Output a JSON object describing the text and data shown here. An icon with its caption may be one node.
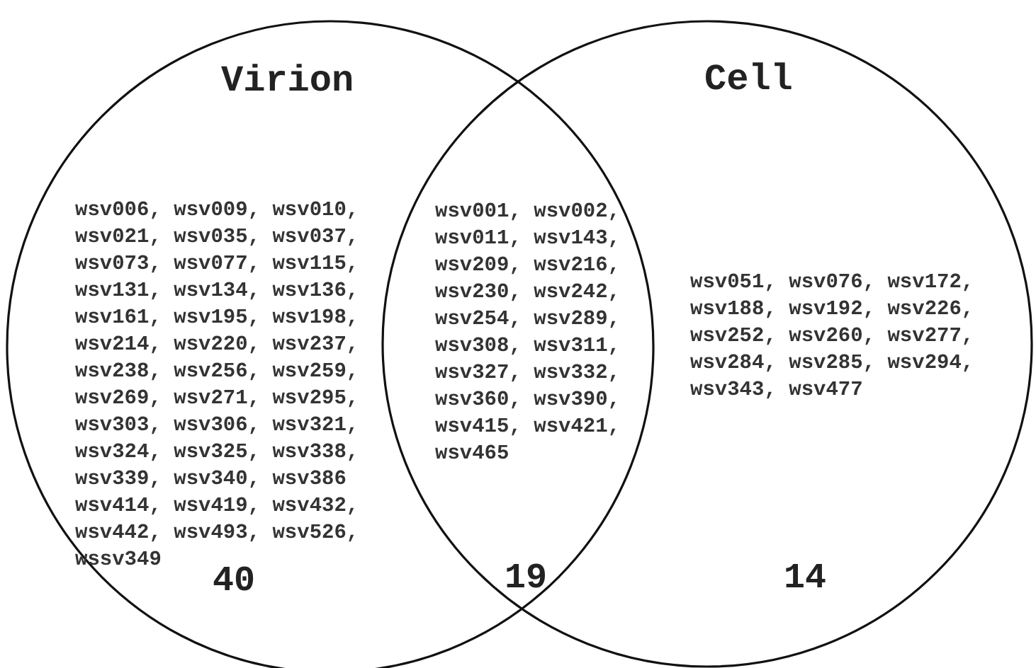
{
  "diagram": {
    "nodes": [
      {
        "text": [
          "Virion",
          "wsv006, wsv009, wsv010, wsv021, wsv035, wsv037, wsv073, wsv077, wsv115, wsv131, wsv134, wsv136, wsv161, wsv195, wsv198, wsv214, wsv220, wsv237, wsv238, wsv256, wsv259, wsv269, wsv271, wsv295, wsv303, wsv306, wsv321, wsv324, wsv325, wsv338, wsv339, wsv340, wsv386 wsv414, wsv419, wsv432, wsv442, wsv493, wsv526, wssv349",
          "40"
        ]
      },
      {
        "text": [
          "Cell",
          "wsv051, wsv076, wsv172, wsv188, wsv192, wsv226, wsv252, wsv260, wsv277, wsv284, wsv285, wsv294, wsv343, wsv477",
          "14"
        ]
      }
    ],
    "edges": [],
    "labels": [
      "wsv001, wsv002, wsv011, wsv143, wsv209, wsv216, wsv230, wsv242, wsv254, wsv289, wsv308, wsv311, wsv327, wsv332, wsv360, wsv390, wsv415, wsv421, wsv465",
      "19"
    ]
  }
}
